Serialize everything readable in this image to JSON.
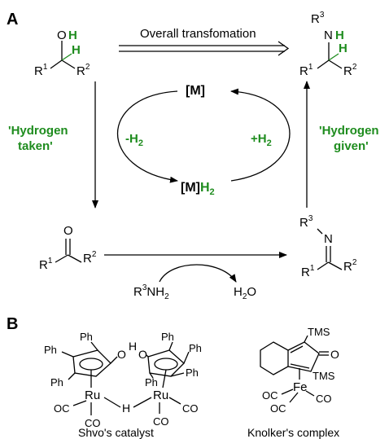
{
  "panel_a": {
    "label": "A",
    "overall": "Overall transfomation",
    "metal": "[M]",
    "metal_h2": "[M]",
    "h2_suffix": "H2",
    "minus_h2": "-H2",
    "plus_h2": "+H2",
    "hydrogen_taken": [
      "'Hydrogen",
      "taken'"
    ],
    "hydrogen_given": [
      "'Hydrogen",
      "given'"
    ],
    "amine_reagent": "R3NH2",
    "water": "H2O"
  },
  "panel_b": {
    "label": "B",
    "shvo_caption": "Shvo's catalyst",
    "knolker_caption": "Knolker's complex"
  },
  "colors": {
    "green": "#1e8c1e",
    "black": "#000000"
  }
}
